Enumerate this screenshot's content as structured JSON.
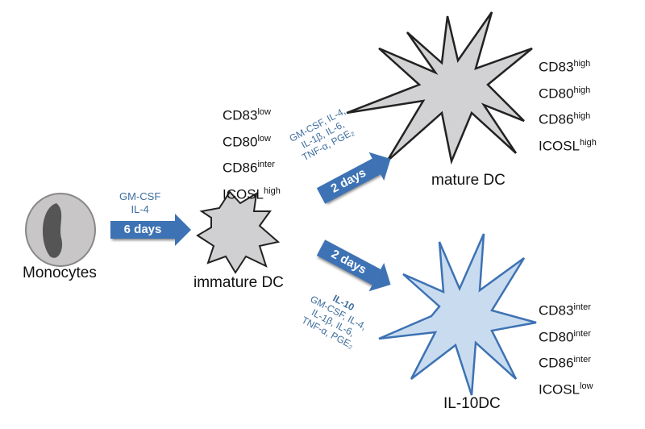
{
  "cells": {
    "monocyte": {
      "label": "Monocytes"
    },
    "immature": {
      "label": "immature DC",
      "markers": [
        {
          "name": "CD83",
          "level": "low"
        },
        {
          "name": "CD80",
          "level": "low"
        },
        {
          "name": "CD86",
          "level": "inter"
        },
        {
          "name": "ICOSL",
          "level": "high"
        }
      ]
    },
    "mature": {
      "label": "mature DC",
      "markers": [
        {
          "name": "CD83",
          "level": "high"
        },
        {
          "name": "CD80",
          "level": "high"
        },
        {
          "name": "CD86",
          "level": "high"
        },
        {
          "name": "ICOSL",
          "level": "high"
        }
      ]
    },
    "il10": {
      "label": "IL-10DC",
      "markers": [
        {
          "name": "CD83",
          "level": "inter"
        },
        {
          "name": "CD80",
          "level": "inter"
        },
        {
          "name": "CD86",
          "level": "inter"
        },
        {
          "name": "ICOSL",
          "level": "low"
        }
      ]
    }
  },
  "arrows": {
    "a1": {
      "label": "6 days",
      "cytokines": [
        "GM-CSF",
        "IL-4"
      ]
    },
    "a2": {
      "label": "2 days",
      "cytokines": [
        "GM-CSF, IL-4,",
        "IL-1β, IL-6,",
        "TNF-α, PGE₂"
      ]
    },
    "a3": {
      "label": "2 days",
      "cytokines": [
        "IL-10",
        "GM-CSF, IL-4,",
        "IL-1β, IL-6,",
        "TNF-α, PGE₂"
      ]
    }
  },
  "colors": {
    "arrow": "#3d72b4",
    "text_blue": "#3f6e9e",
    "il10dc": "#c9dcef"
  }
}
